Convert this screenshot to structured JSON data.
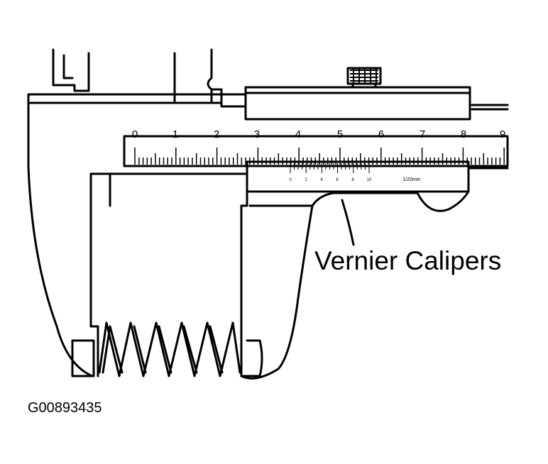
{
  "diagram": {
    "callout_label": "Vernier Calipers",
    "figure_id": "G00893435",
    "main_scale": {
      "labels": [
        "0",
        "1",
        "2",
        "3",
        "4",
        "5",
        "6",
        "7",
        "8",
        "9"
      ]
    },
    "vernier_scale": {
      "labels": [
        "0",
        "2",
        "4",
        "6",
        "8",
        "10"
      ],
      "resolution": "1/20mm"
    },
    "colors": {
      "ink": "#000000",
      "paper": "#ffffff"
    }
  }
}
